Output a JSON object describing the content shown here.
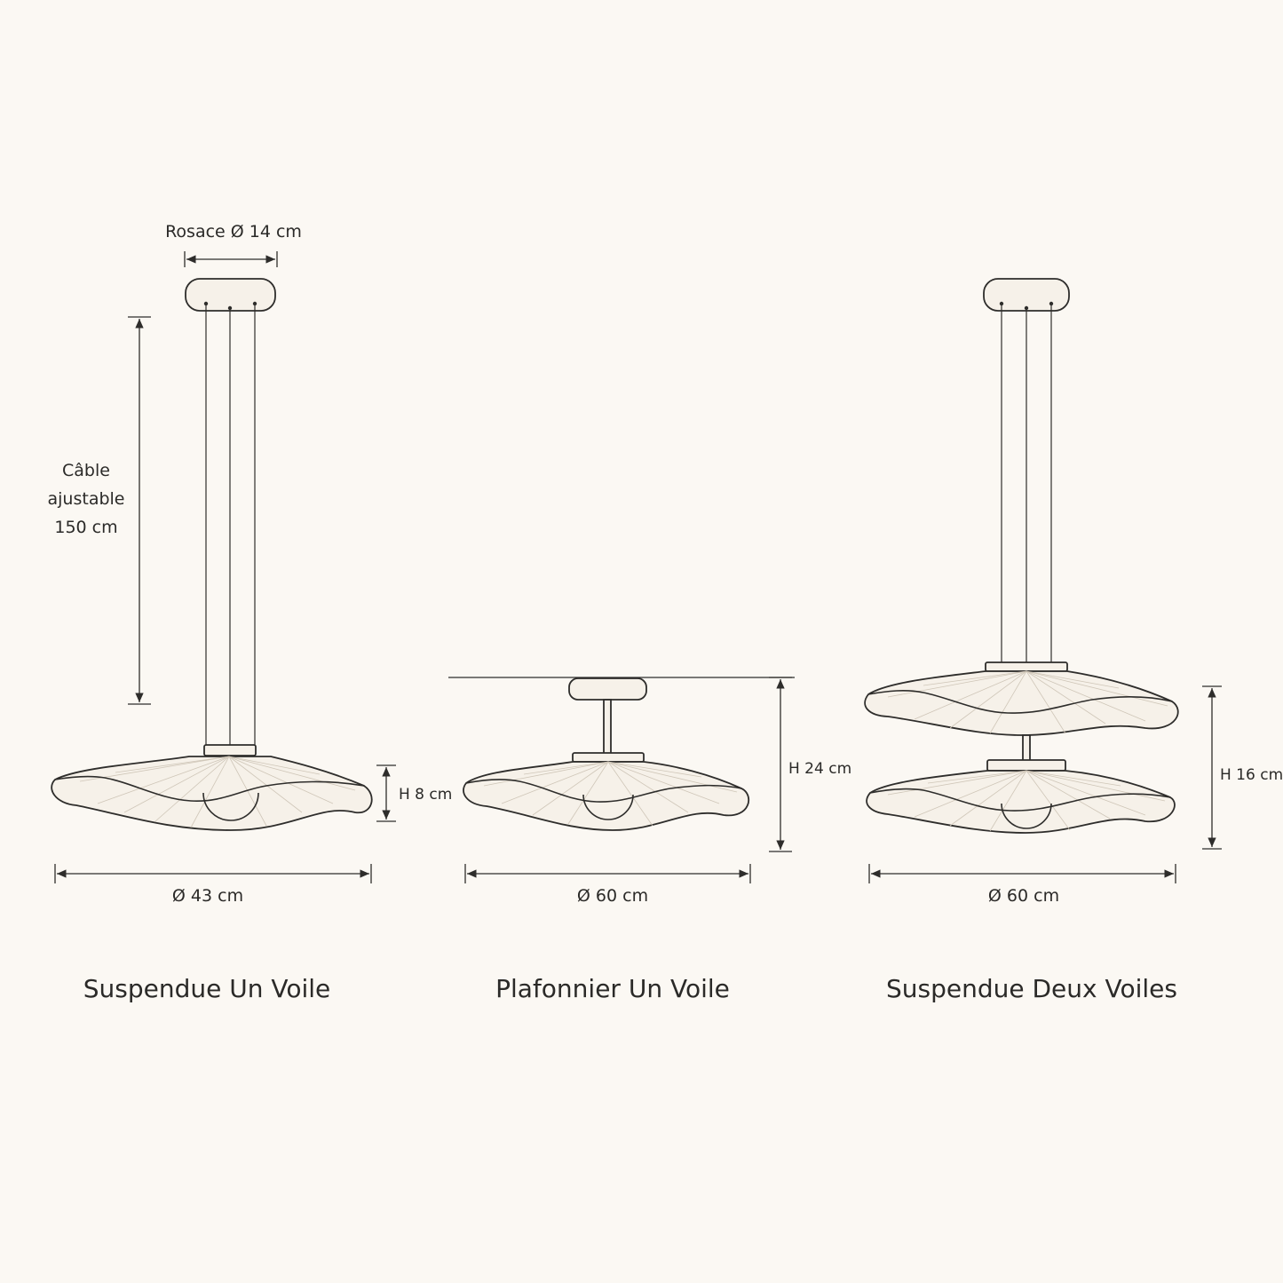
{
  "models": [
    {
      "title": "Suspendue Un Voile",
      "rosace_label": "Rosace Ø 14 cm",
      "cable_label": [
        "Câble",
        "ajustable",
        "150 cm"
      ],
      "height_label": "H 8 cm",
      "diameter_label": "Ø 43 cm"
    },
    {
      "title": "Plafonnier Un Voile",
      "height_label": "H 24 cm",
      "diameter_label": "Ø 60 cm"
    },
    {
      "title": "Suspendue Deux Voiles",
      "height_label": "H 16 cm",
      "diameter_label": "Ø 60 cm"
    }
  ],
  "colors": {
    "background": "#fbf8f3",
    "line": "#2e2d2b",
    "shade_fill": "#f6f1e9"
  }
}
